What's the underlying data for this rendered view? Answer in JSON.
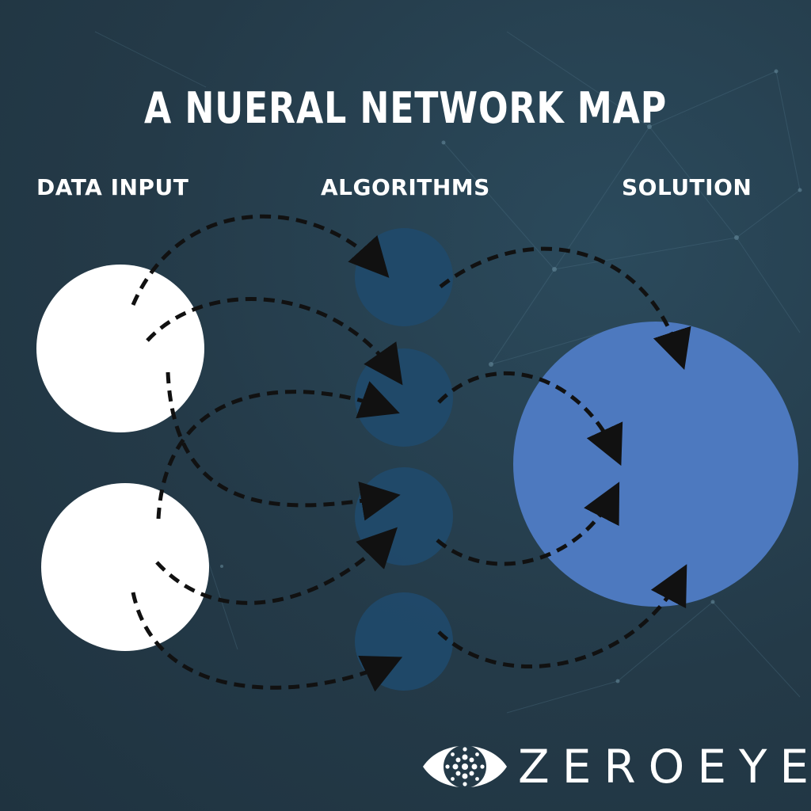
{
  "title": "A NUERAL NETWORK MAP",
  "columns": {
    "input": "DATA INPUT",
    "algorithms": "ALGORITHMS",
    "solution": "SOLUTION"
  },
  "brand": {
    "name": "ZEROEYES",
    "logo_icon": "eye-icon"
  },
  "colors": {
    "background": "#243a48",
    "input_node": "#ffffff",
    "algorithm_node": "#1f4a6b",
    "solution_node": "#4d79bf",
    "connector": "#111111",
    "text": "#ffffff"
  },
  "nodes": {
    "input_count": 2,
    "algorithm_count": 4,
    "solution_count": 1
  }
}
